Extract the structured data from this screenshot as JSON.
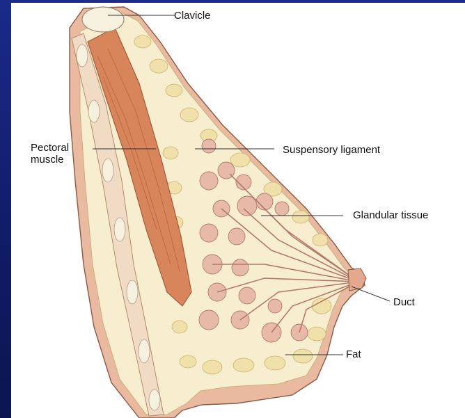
{
  "labels": {
    "clavicle": "Clavicle",
    "pectoral_muscle": "Pectoral\nmuscle",
    "suspensory_ligament": "Suspensory ligament",
    "glandular_tissue": "Glandular tissue",
    "duct": "Duct",
    "fat": "Fat"
  },
  "colors": {
    "background": "#13206a",
    "panel": "#ffffff",
    "fat_fill": "#f7eecf",
    "fat_lobule": "#efe1a9",
    "muscle": "#d9855c",
    "muscle_dark": "#c06a44",
    "gland": "#e7b9a8",
    "skin": "#e9b9a0",
    "bone": "#f6f0df"
  }
}
